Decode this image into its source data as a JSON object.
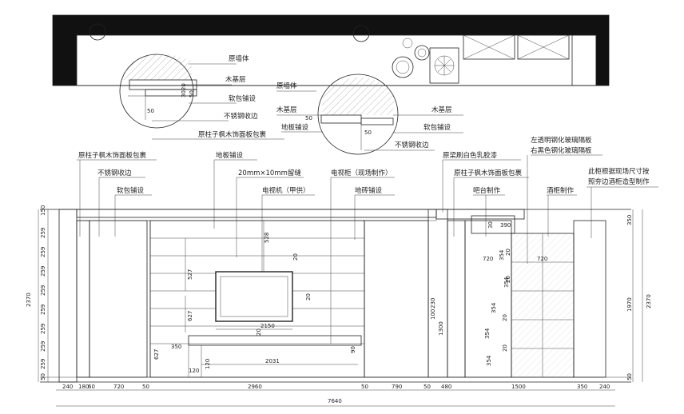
{
  "detail_left": {
    "labels": [
      "原墙体",
      "木基层",
      "软包铺设",
      "不锈钢收边",
      "原柱子枫木饰面板包裹"
    ],
    "dims": [
      "50",
      "3020",
      "50"
    ]
  },
  "detail_right": {
    "labels": [
      "原墙体",
      "木基层",
      "地板铺设",
      "木基层",
      "软包铺设",
      "不锈钢收边"
    ],
    "dims": [
      "50",
      "50"
    ]
  },
  "top_labels": {
    "l1": "原柱子枫木饰面板包裹",
    "l2": "不锈钢收边",
    "l3": "软包铺设",
    "l4": "地板铺设",
    "l5": "20mm×10mm留缝",
    "l6": "电视机（甲供）",
    "l7": "电视柜（现场制作）",
    "l8": "地砖铺设",
    "l9": "原梁刷白色乳胶漆",
    "l10": "原柱子枫木饰面板包裹",
    "l11": "吧台制作",
    "l12": "左透明钢化玻璃隔板",
    "l13": "右黑色钢化玻璃隔板",
    "l14": "酒柜制作",
    "l15": "此柜根据现场尺寸按",
    "l16": "照夯边酒柜造型制作"
  },
  "left_dims": [
    "150",
    "259",
    "259",
    "259",
    "259",
    "259",
    "259",
    "259",
    "259",
    "50"
  ],
  "left_total": "2370",
  "right_total": "2370",
  "right_dims": [
    "350",
    "1970",
    "50"
  ],
  "bottom_dims": [
    "240",
    "180",
    "60",
    "720",
    "50",
    "2960",
    "50",
    "790",
    "50",
    "480",
    "1500",
    "350",
    "240"
  ],
  "overall": "7640",
  "inner_dims": {
    "d_528": "528",
    "d_527": "527",
    "d_627": "627",
    "d_20a": "20",
    "d_20b": "20",
    "d_20c": "20",
    "d_2150": "2150",
    "d_350": "350",
    "d_2031": "2031",
    "d_120": "120",
    "d_120b": "120",
    "d_627b": "627",
    "d_90": "90",
    "d_230": "230",
    "d_100": "100",
    "d_1300": "1300",
    "d_390": "390",
    "d_720a": "720",
    "d_354a": "354",
    "d_720b": "720",
    "d_354b": "354",
    "d_354c": "354",
    "d_354d": "354",
    "d_354e": "354",
    "d_30": "30",
    "d_20d": "20",
    "d_20e": "20",
    "d_20f": "20",
    "d_20g": "20"
  }
}
